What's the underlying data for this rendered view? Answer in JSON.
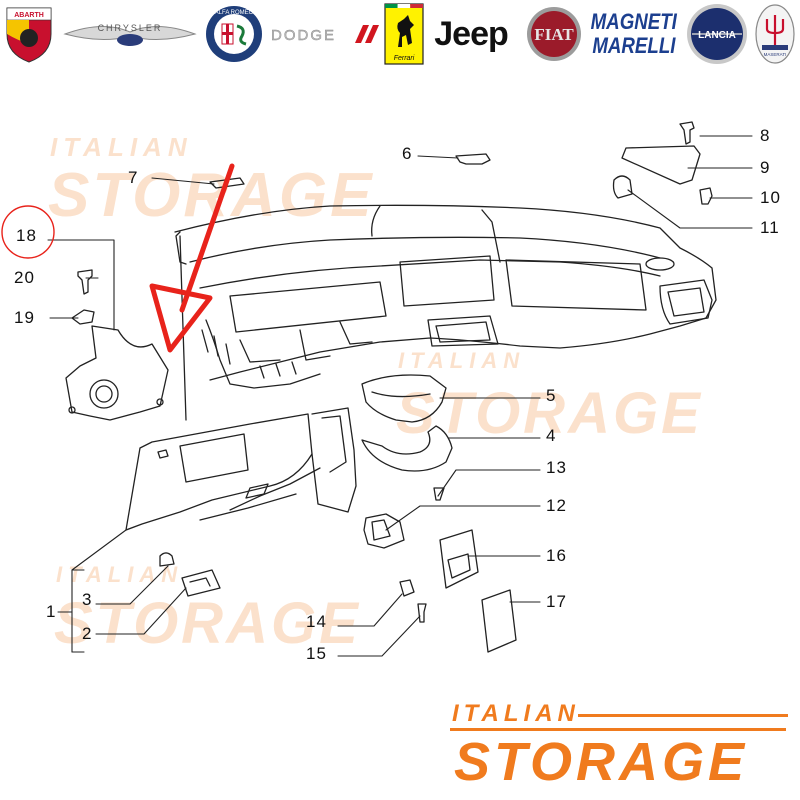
{
  "brand_logos": [
    {
      "name": "Abarth",
      "text": "ABARTH",
      "icon": "scorpion-shield-icon"
    },
    {
      "name": "Chrysler",
      "text": "CHRYSLER",
      "icon": "winged-badge-icon"
    },
    {
      "name": "Alfa Romeo",
      "text": "ALFA ROMEO",
      "icon": "alfa-roundel-icon"
    },
    {
      "name": "Dodge",
      "text": "DODGE",
      "icon": "dodge-stripes-icon"
    },
    {
      "name": "Ferrari",
      "text": "Ferrari",
      "icon": "prancing-horse-icon"
    },
    {
      "name": "Jeep",
      "text": "Jeep",
      "icon": "jeep-wordmark"
    },
    {
      "name": "Fiat",
      "text": "FIAT",
      "icon": "fiat-roundel-icon"
    },
    {
      "name": "Magneti Marelli",
      "text_line1": "MAGNETI",
      "text_line2": "MARELLI",
      "icon": "magneti-marelli-wordmark"
    },
    {
      "name": "Lancia",
      "text": "LANCIA",
      "icon": "lancia-roundel-icon"
    },
    {
      "name": "Maserati",
      "text": "MASERATI",
      "icon": "trident-icon"
    }
  ],
  "callouts": [
    "1",
    "2",
    "3",
    "4",
    "5",
    "6",
    "7",
    "8",
    "9",
    "10",
    "11",
    "12",
    "13",
    "14",
    "15",
    "16",
    "17",
    "18",
    "19",
    "20"
  ],
  "highlighted_part": "18",
  "watermark": {
    "line1": "ITALIAN",
    "line2": "STORAGE"
  },
  "colors": {
    "accent_orange": "#f07b1e",
    "watermark_faint": "#fbe3d0",
    "arrow_red": "#e8231b",
    "line": "#222222"
  }
}
